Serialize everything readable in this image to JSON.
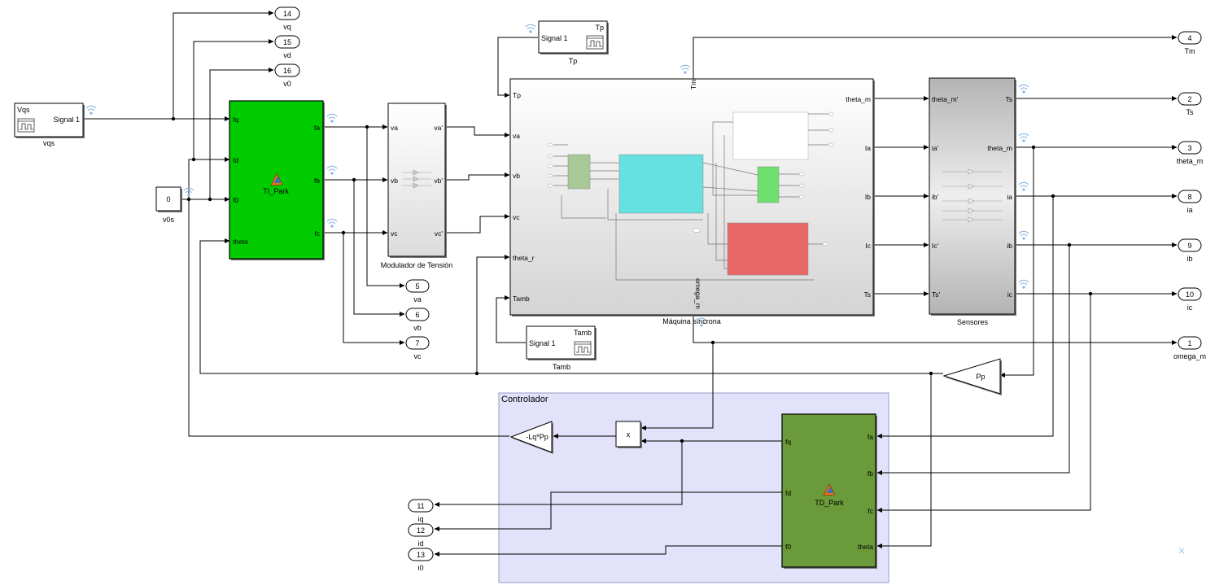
{
  "outports": [
    {
      "num": "14",
      "name": "vq"
    },
    {
      "num": "15",
      "name": "vd"
    },
    {
      "num": "16",
      "name": "v0"
    },
    {
      "num": "4",
      "name": "Tm"
    },
    {
      "num": "2",
      "name": "Ts"
    },
    {
      "num": "3",
      "name": "theta_m"
    },
    {
      "num": "8",
      "name": "ia"
    },
    {
      "num": "9",
      "name": "ib"
    },
    {
      "num": "10",
      "name": "ic"
    },
    {
      "num": "1",
      "name": "omega_m"
    },
    {
      "num": "5",
      "name": "va"
    },
    {
      "num": "6",
      "name": "vb"
    },
    {
      "num": "7",
      "name": "vc"
    },
    {
      "num": "11",
      "name": "iq"
    },
    {
      "num": "12",
      "name": "id"
    },
    {
      "num": "13",
      "name": "i0"
    }
  ],
  "signal_builders": [
    {
      "title": "Vqs",
      "signal": "Signal 1",
      "name": "vqs"
    },
    {
      "title": "Tp",
      "signal": "Signal 1",
      "name": "Tp"
    },
    {
      "title": "Tamb",
      "signal": "Signal 1",
      "name": "Tamb"
    }
  ],
  "constant": {
    "value": "0",
    "name": "v0s"
  },
  "ti_park": {
    "name": "TI_Park",
    "inputs": [
      "fq",
      "fd",
      "f0",
      "theta"
    ],
    "outputs": [
      "fa",
      "fb",
      "fc"
    ]
  },
  "modulador": {
    "name": "Modulador de Tensión",
    "inputs": [
      "va",
      "vb",
      "vc"
    ],
    "outputs": [
      "va'",
      "vb'",
      "vc'"
    ]
  },
  "maquina": {
    "name": "Máquina síncrona",
    "inputs": [
      "Tp",
      "va",
      "vb",
      "vc",
      "theta_r",
      "Tamb"
    ],
    "outputs": [
      "theta_m",
      "Ia",
      "Ib",
      "Ic",
      "Ts"
    ],
    "top_port": "Tm",
    "bottom_port": "omega_m"
  },
  "sensores": {
    "name": "Sensores",
    "inputs": [
      "theta_m'",
      "ia'",
      "ib'",
      "Ic'",
      "Ts'"
    ],
    "outputs": [
      "Ts",
      "theta_m",
      "ia",
      "ib",
      "ic"
    ]
  },
  "gain_pp": {
    "label": "Pp"
  },
  "controlador": {
    "title": "Controlador"
  },
  "gain_lq": {
    "label": "-Lq*Pp"
  },
  "product": {
    "label": "x"
  },
  "td_park": {
    "name": "TD_Park",
    "inputs": [
      "fq",
      "fd",
      "f0"
    ],
    "outputs": [
      "fa",
      "fb",
      "fc",
      "theta"
    ]
  },
  "colors": {
    "ti_park_fill": "#00cc00",
    "td_park_fill": "#6a9a3a",
    "controlador_fill": "#e2e2fa",
    "controlador_border": "#9a9ac8",
    "sensores_fill": "#b8b8b8",
    "inner_cyan": "#66e0e0",
    "inner_red": "#e86868",
    "inner_green": "#6ee06e",
    "inner_olive": "#a8c898"
  }
}
